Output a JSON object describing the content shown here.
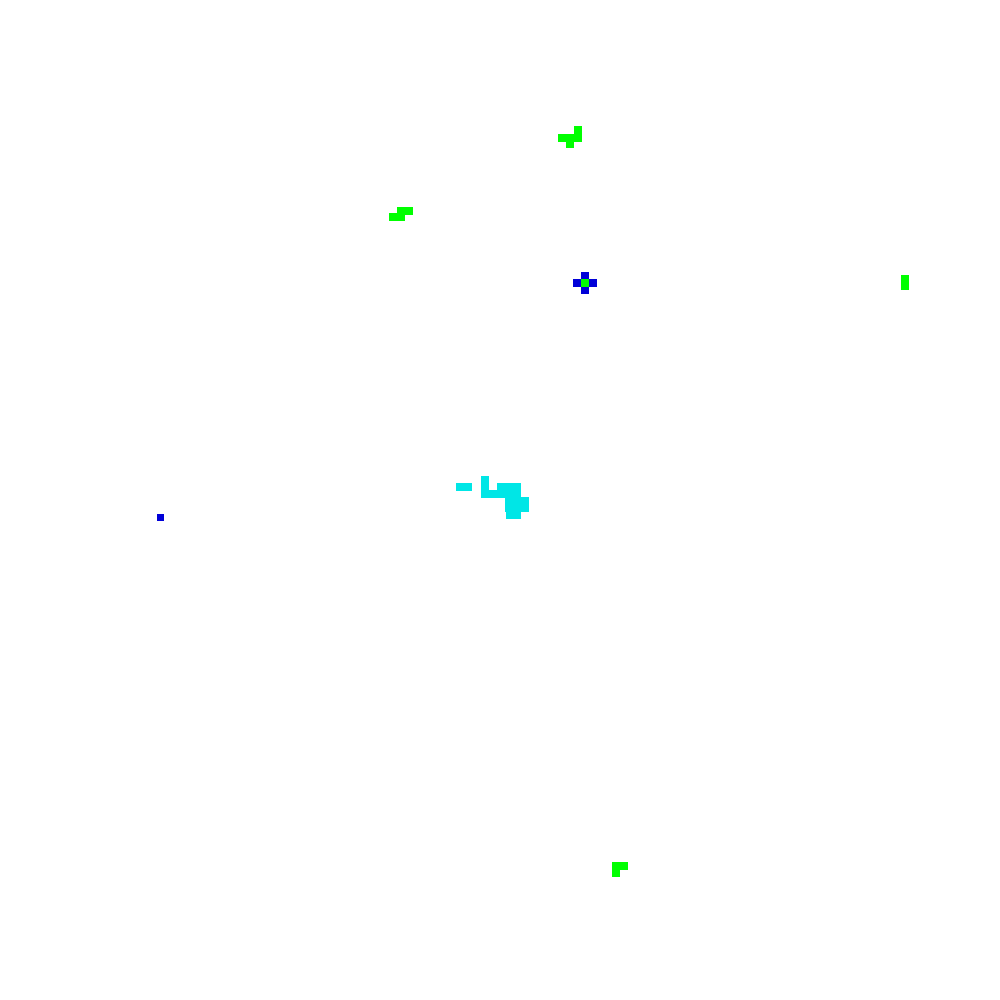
{
  "palette": {
    "background": "#ffffff",
    "green": "#00ff00",
    "blue": "#0000d8",
    "cyan": "#00e6e6"
  },
  "entities": [
    {
      "name": "green-cluster-top",
      "color": "green"
    },
    {
      "name": "green-cluster-upper-left",
      "color": "green"
    },
    {
      "name": "player-marker-cross",
      "color": "blue"
    },
    {
      "name": "green-cluster-right-edge",
      "color": "green"
    },
    {
      "name": "cyan-blob",
      "color": "cyan"
    },
    {
      "name": "blue-dot-left",
      "color": "blue"
    },
    {
      "name": "green-cluster-bottom",
      "color": "green"
    }
  ]
}
